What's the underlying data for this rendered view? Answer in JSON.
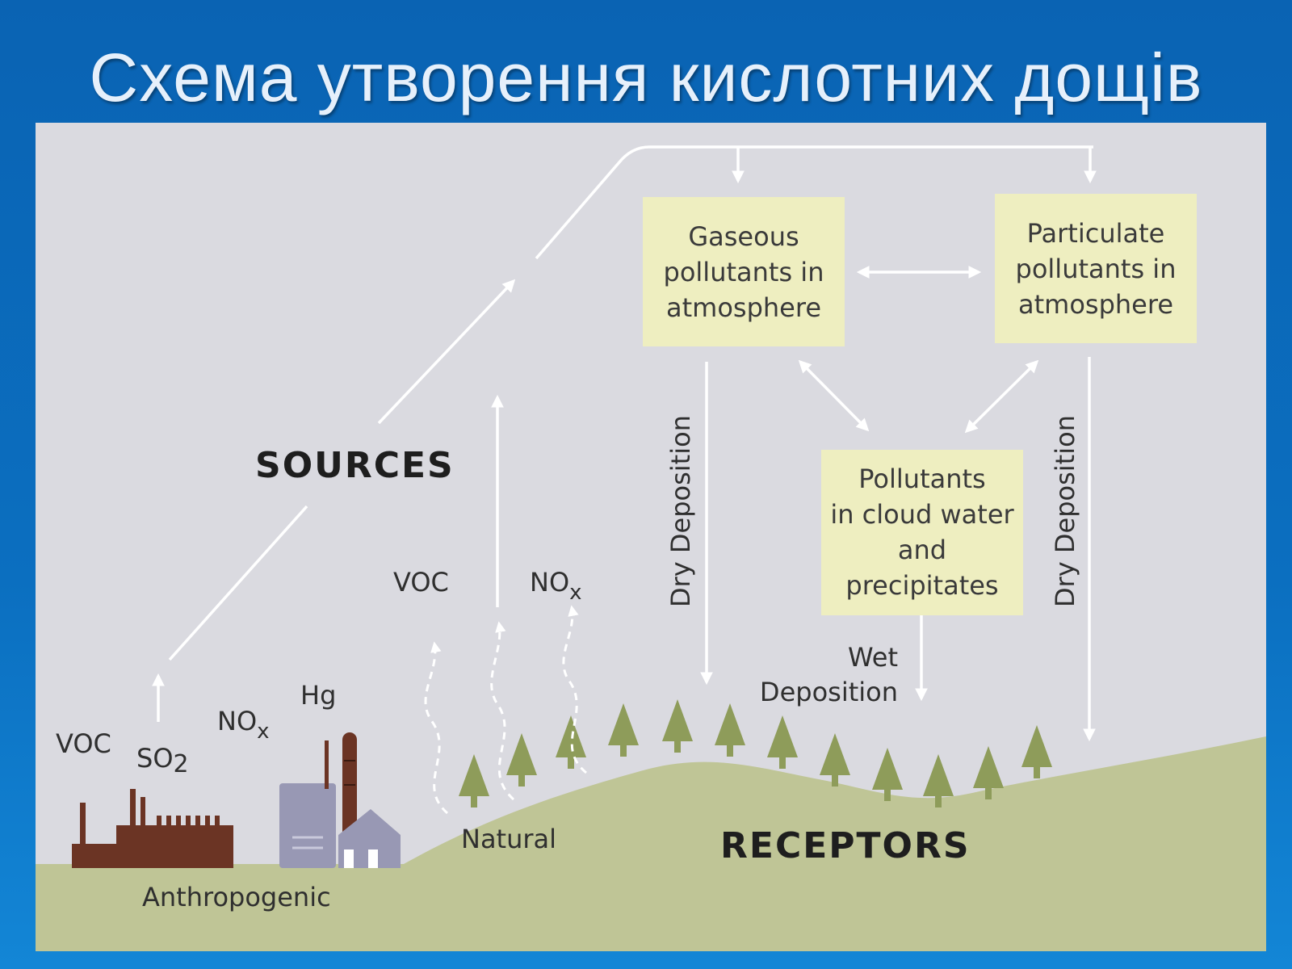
{
  "slide": {
    "title": "Схема утворення кислотних дощів"
  },
  "diagram": {
    "boxes": {
      "gaseous": [
        "Gaseous",
        "pollutants in",
        "atmosphere"
      ],
      "particulate": [
        "Particulate",
        "pollutants in",
        "atmosphere"
      ],
      "cloud": [
        "Pollutants",
        "in cloud water",
        "and",
        "precipitates"
      ]
    },
    "labels": {
      "sources": "SOURCES",
      "receptors": "RECEPTORS",
      "anthropogenic": "Anthropogenic",
      "natural": "Natural",
      "dry_deposition_left": "Dry Deposition",
      "dry_deposition_right": "Dry Deposition",
      "wet_deposition_1": "Wet",
      "wet_deposition_2": "Deposition",
      "voc_anthro": "VOC",
      "so": "SO",
      "so_sub": "2",
      "nox_anthro": "NO",
      "nox_anthro_sub": "x",
      "hg": "Hg",
      "voc_natural": "VOC",
      "nox_natural": "NO",
      "nox_natural_sub": "x"
    },
    "colors": {
      "background": "#dadae0",
      "box_fill": "#eeeec0",
      "ground": "#bfc596",
      "tree": "#8e9c5a",
      "factory": "#6b3424",
      "powerplant": "#9898b4",
      "arrow": "#ffffff"
    }
  }
}
